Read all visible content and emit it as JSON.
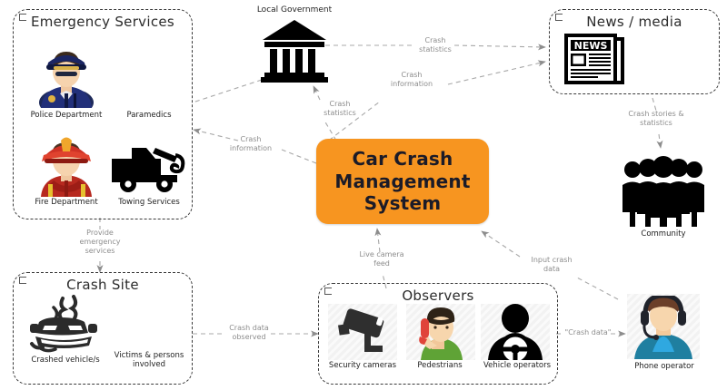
{
  "diagram": {
    "title": "Car Crash Management System context diagram",
    "background": "#ffffff",
    "accent_orange": "#F79520",
    "dash_color": "#3a3a3a",
    "label_color": "#8d8d8d"
  },
  "central": {
    "label": "Car Crash\nManagement\nSystem",
    "fill": "#F79520",
    "text_color": "#1b1b28"
  },
  "zones": [
    {
      "name": "emergency-services",
      "title": "Emergency Services",
      "items": [
        {
          "name": "police-department",
          "label": "Police Department",
          "icon": "police-officer-icon"
        },
        {
          "name": "paramedics",
          "label": "Paramedics",
          "icon": "none"
        },
        {
          "name": "fire-department",
          "label": "Fire Department",
          "icon": "firefighter-icon"
        },
        {
          "name": "towing-services",
          "label": "Towing Services",
          "icon": "tow-truck-icon"
        }
      ]
    },
    {
      "name": "news-media",
      "title": "News / media",
      "items": [
        {
          "name": "newspaper",
          "label": "NEWS",
          "icon": "newspaper-icon"
        }
      ]
    },
    {
      "name": "crash-site",
      "title": "Crash Site",
      "items": [
        {
          "name": "crashed-vehicles",
          "label": "Crashed vehicle/s",
          "icon": "crashed-car-icon"
        },
        {
          "name": "victims",
          "label": "Victims & persons\ninvolved",
          "icon": "none"
        }
      ]
    },
    {
      "name": "observers",
      "title": "Observers",
      "items": [
        {
          "name": "security-cameras",
          "label": "Security cameras",
          "icon": "cctv-camera-icon"
        },
        {
          "name": "pedestrians",
          "label": "Pedestrians",
          "icon": "pedestrian-phone-icon"
        },
        {
          "name": "vehicle-operators",
          "label": "Vehicle operators",
          "icon": "driver-icon"
        }
      ]
    }
  ],
  "actors": [
    {
      "name": "local-government",
      "label": "Local Government",
      "icon": "government-building-icon"
    },
    {
      "name": "community",
      "label": "Community",
      "icon": "people-group-icon"
    },
    {
      "name": "phone-operator",
      "label": "Phone operator",
      "icon": "headset-operator-icon"
    }
  ],
  "flows": [
    {
      "name": "flow-crash-statistics-to-news",
      "label": "Crash\nstatistics",
      "from": "local-government",
      "to": "news-media"
    },
    {
      "name": "flow-crash-information-to-news",
      "label": "Crash\ninformation",
      "from": "car-crash-management-system",
      "to": "news-media"
    },
    {
      "name": "flow-crash-statistics-to-government",
      "label": "Crash\nstatistics",
      "from": "car-crash-management-system",
      "to": "local-government"
    },
    {
      "name": "flow-crash-information-to-emergency",
      "label": "Crash\ninformation",
      "from": "car-crash-management-system",
      "to": "emergency-services"
    },
    {
      "name": "flow-crash-stories-to-community",
      "label": "Crash stories &\nstatistics",
      "from": "news-media",
      "to": "community"
    },
    {
      "name": "flow-provide-emergency-services",
      "label": "Provide\nemergency\nservices",
      "from": "emergency-services",
      "to": "crash-site"
    },
    {
      "name": "flow-crash-data-observed",
      "label": "Crash data\nobserved",
      "from": "crash-site",
      "to": "observers"
    },
    {
      "name": "flow-live-camera-feed",
      "label": "Live camera\nfeed",
      "from": "observers",
      "to": "car-crash-management-system"
    },
    {
      "name": "flow-input-crash-data",
      "label": "Input crash\ndata",
      "from": "phone-operator",
      "to": "car-crash-management-system"
    },
    {
      "name": "flow-crash-data-to-operator",
      "label": "\"Crash data\"",
      "from": "observers",
      "to": "phone-operator"
    }
  ]
}
